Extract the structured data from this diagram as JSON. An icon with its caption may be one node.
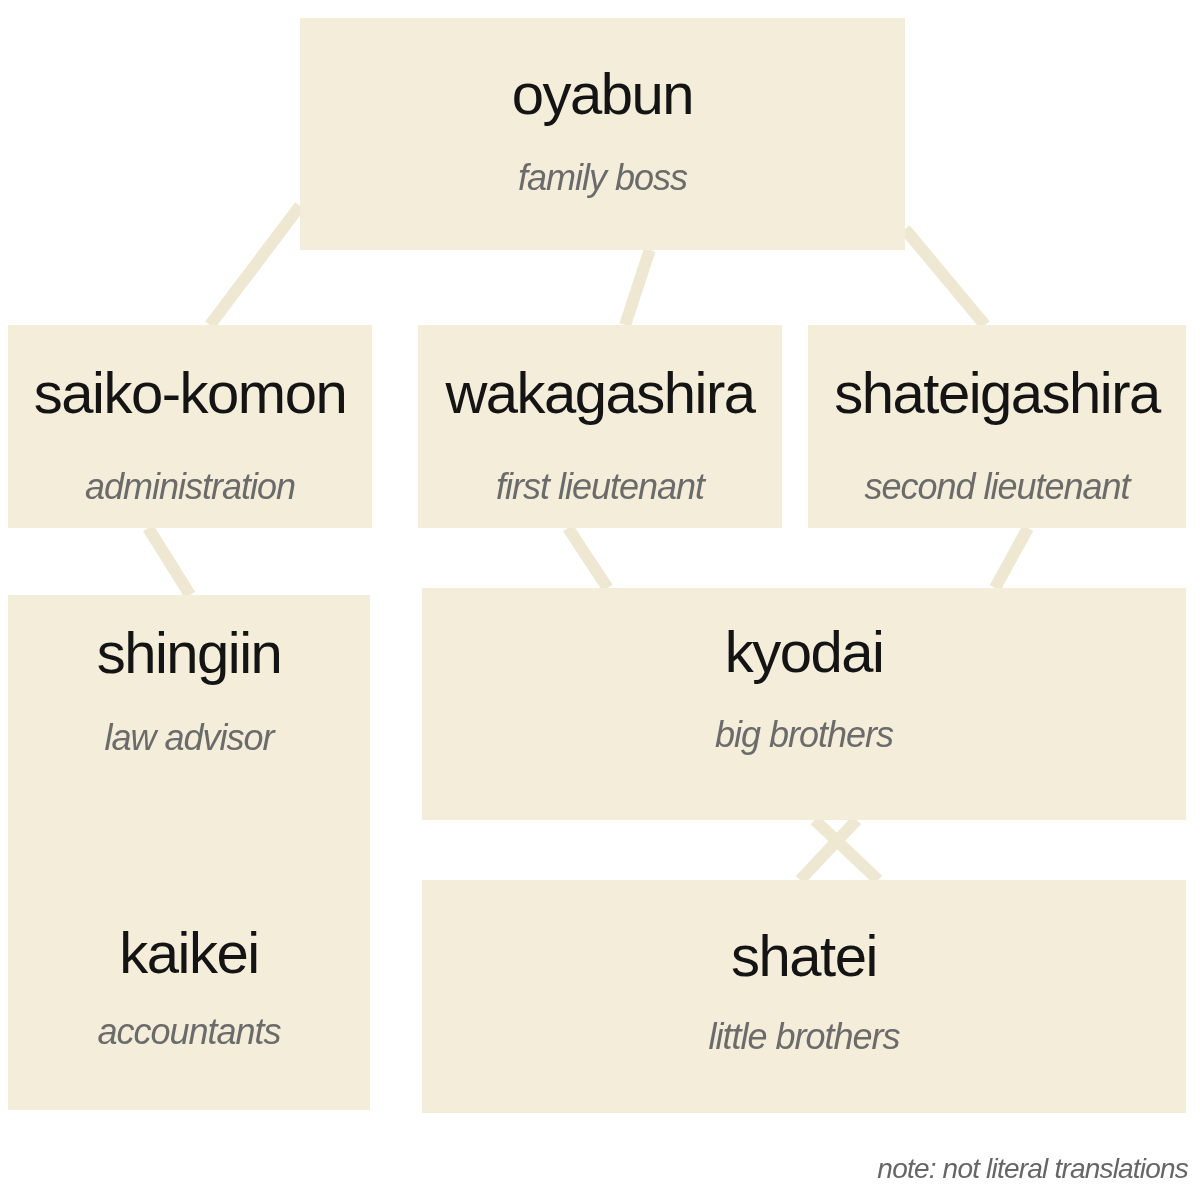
{
  "diagram": {
    "nodes": [
      {
        "text": [
          "oyabun",
          "family boss"
        ]
      },
      {
        "text": [
          "saiko-komon",
          "administration"
        ]
      },
      {
        "text": [
          "wakagashira",
          "first lieutenant"
        ]
      },
      {
        "text": [
          "shateigashira",
          "second lieutenant"
        ]
      },
      {
        "text": [
          "shingiin",
          "law advisor",
          "kaikei",
          "accountants"
        ]
      },
      {
        "text": [
          "kyodai",
          "big brothers"
        ]
      },
      {
        "text": [
          "shatei",
          "little brothers"
        ]
      }
    ],
    "edges": [
      {
        "from": 0,
        "to": 1,
        "arrow": "none"
      },
      {
        "from": 0,
        "to": 2,
        "arrow": "none"
      },
      {
        "from": 0,
        "to": 3,
        "arrow": "none"
      },
      {
        "from": 1,
        "to": 4,
        "arrow": "none"
      },
      {
        "from": 2,
        "to": 5,
        "arrow": "none"
      },
      {
        "from": 3,
        "to": 5,
        "arrow": "none"
      },
      {
        "from": 5,
        "to": 6,
        "arrow": "none"
      },
      {
        "from": 5,
        "to": 6,
        "arrow": "none"
      }
    ],
    "labels": [
      "note: not literal translations"
    ]
  }
}
